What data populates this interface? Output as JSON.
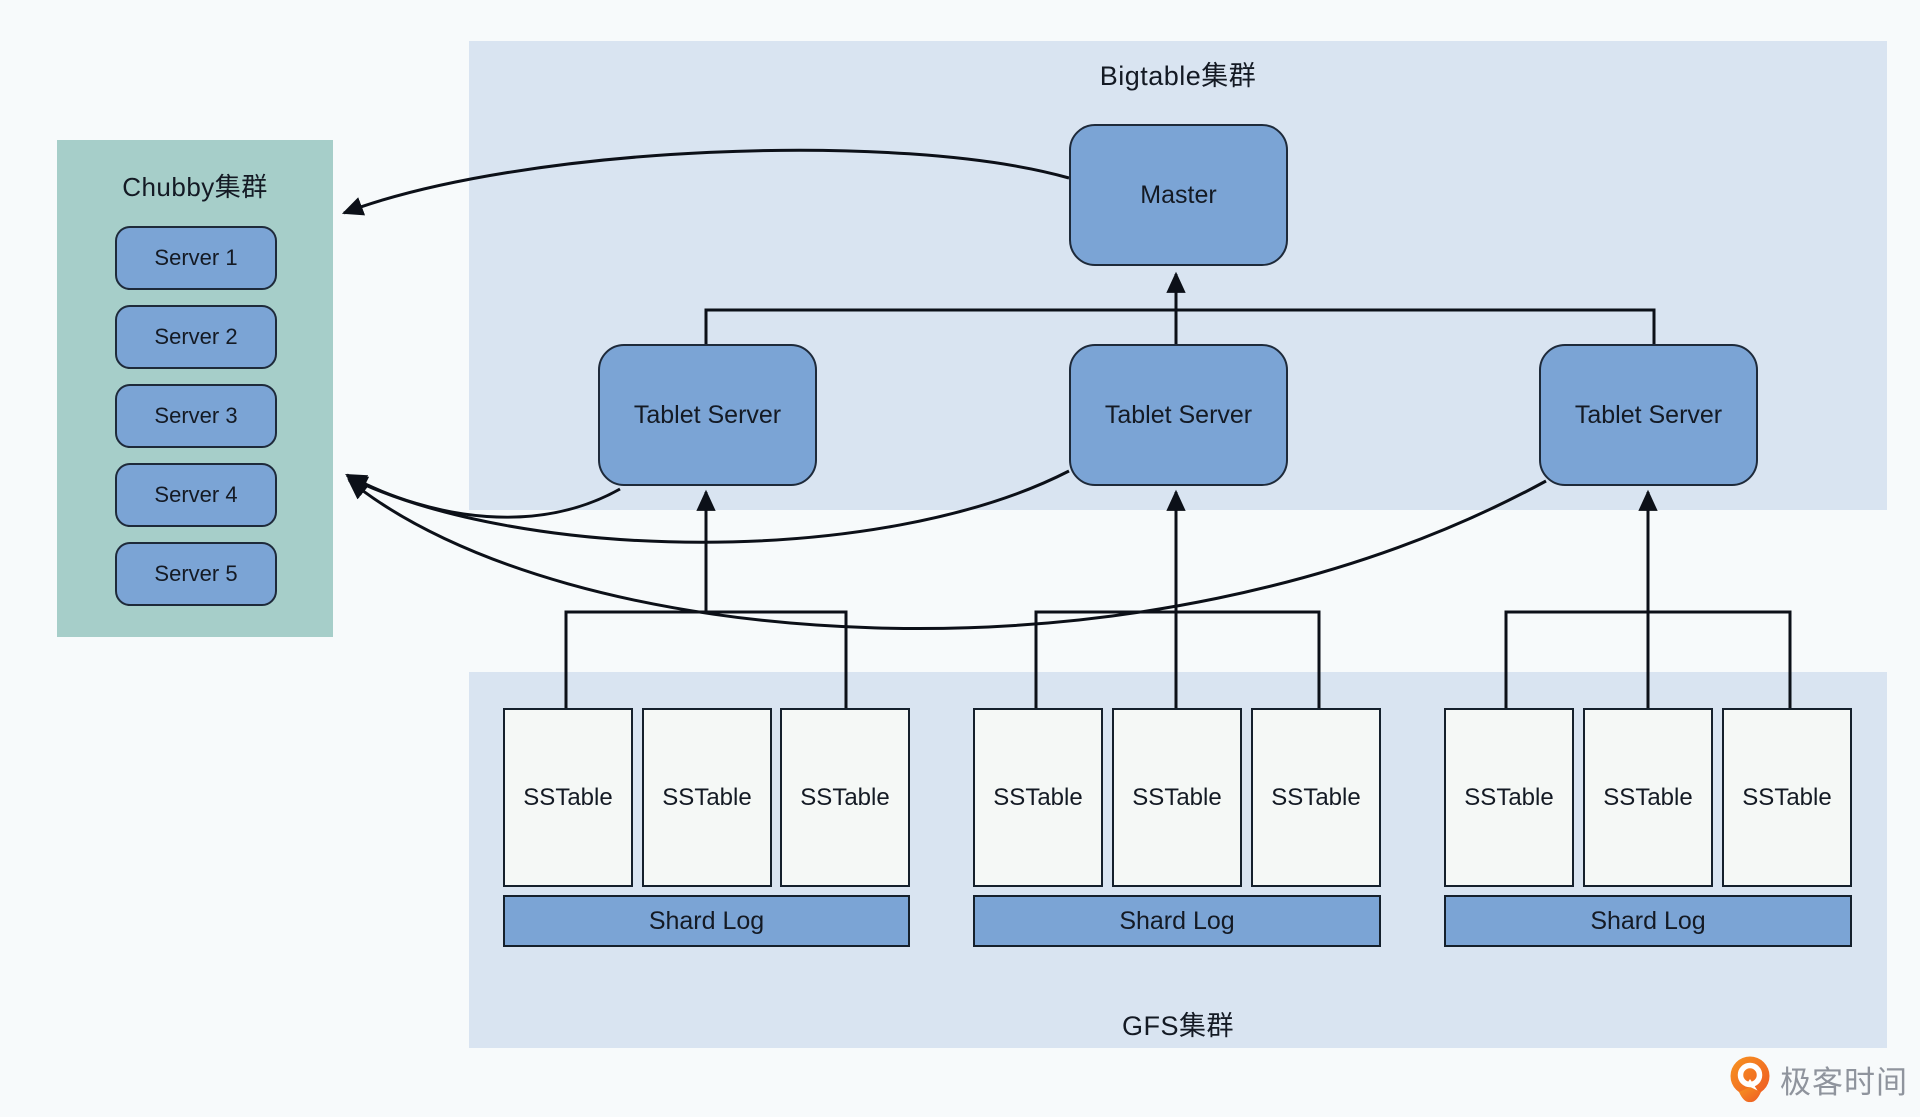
{
  "chubby": {
    "title": "Chubby集群",
    "servers": [
      "Server 1",
      "Server 2",
      "Server 3",
      "Server 4",
      "Server 5"
    ]
  },
  "bigtable": {
    "title": "Bigtable集群",
    "master_label": "Master",
    "tablet_servers": [
      "Tablet Server",
      "Tablet Server",
      "Tablet Server"
    ]
  },
  "gfs": {
    "title": "GFS集群",
    "groups": [
      {
        "sstables": [
          "SSTable",
          "SSTable",
          "SSTable"
        ],
        "shard_log": "Shard Log"
      },
      {
        "sstables": [
          "SSTable",
          "SSTable",
          "SSTable"
        ],
        "shard_log": "Shard Log"
      },
      {
        "sstables": [
          "SSTable",
          "SSTable",
          "SSTable"
        ],
        "shard_log": "Shard Log"
      }
    ]
  },
  "branding": {
    "logo_text": "极客时间"
  },
  "colors": {
    "node_fill": "#7ba4d5",
    "node_border": "#1e2a3a",
    "cluster_region_bg": "#d9e4f1",
    "chubby_bg": "#a6cec9",
    "sstable_fill": "#f5f8f6",
    "connector": "#0c1018",
    "page_bg": "#f7fafb",
    "logo_orange": "#f26a21",
    "logo_text_color": "#8f949d"
  }
}
